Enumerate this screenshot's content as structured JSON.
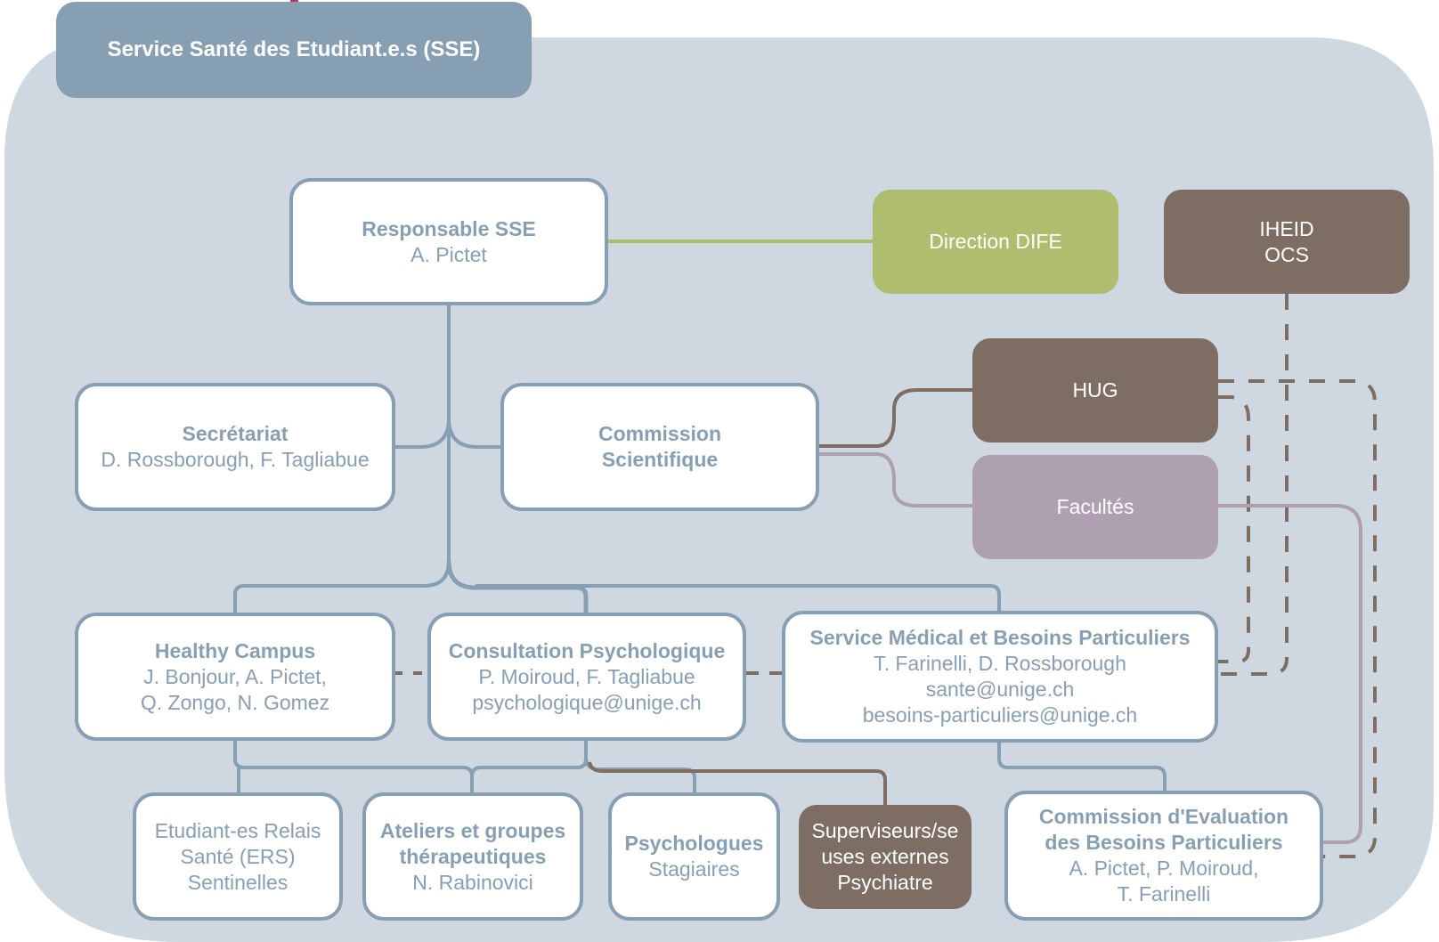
{
  "header": {
    "title": "Service Santé des Etudiant.e.s (SSE)"
  },
  "colors": {
    "background_panel": "#cfd8e1",
    "header_fill": "#879fb3",
    "box_border": "#879fb3",
    "text_blue_grey": "#879fb3",
    "direction_green": "#aebe6e",
    "partner_brown": "#7d6d63",
    "facultes_mauve": "#ae9fb1"
  },
  "nodes": {
    "responsable": {
      "title": "Responsable SSE",
      "lines": [
        "A. Pictet"
      ]
    },
    "direction_dife": {
      "lines": [
        "Direction DIFE"
      ]
    },
    "iheid_ocs": {
      "lines": [
        "IHEID",
        "OCS"
      ]
    },
    "hug": {
      "lines": [
        "HUG"
      ]
    },
    "facultes": {
      "lines": [
        "Facultés"
      ]
    },
    "secretariat": {
      "title": "Secrétariat",
      "lines": [
        "D. Rossborough, F. Tagliabue"
      ]
    },
    "commission_scientifique": {
      "title_lines": [
        "Commission",
        "Scientifique"
      ]
    },
    "healthy_campus": {
      "title": "Healthy Campus",
      "lines": [
        "J. Bonjour, A. Pictet,",
        "Q. Zongo, N. Gomez"
      ]
    },
    "consultation_psy": {
      "title": "Consultation Psychologique",
      "lines": [
        "P. Moiroud, F. Tagliabue",
        "psychologique@unige.ch"
      ]
    },
    "service_medical": {
      "title": "Service Médical et Besoins Particuliers",
      "lines": [
        "T. Farinelli, D. Rossborough",
        "sante@unige.ch",
        "besoins-particuliers@unige.ch"
      ]
    },
    "ers": {
      "lines": [
        "Etudiant-es Relais",
        "Santé (ERS)",
        "Sentinelles"
      ]
    },
    "ateliers": {
      "title_lines": [
        "Ateliers et groupes",
        "thérapeutiques"
      ],
      "lines": [
        "N. Rabinovici"
      ]
    },
    "psychologues": {
      "title": "Psychologues",
      "lines": [
        "Stagiaires"
      ]
    },
    "superviseurs": {
      "lines": [
        "Superviseurs/se",
        "uses externes",
        "Psychiatre"
      ]
    },
    "commission_eval": {
      "title_lines": [
        "Commission d'Evaluation",
        "des Besoins Particuliers"
      ],
      "lines": [
        "A. Pictet, P. Moiroud,",
        "T. Farinelli"
      ]
    }
  }
}
